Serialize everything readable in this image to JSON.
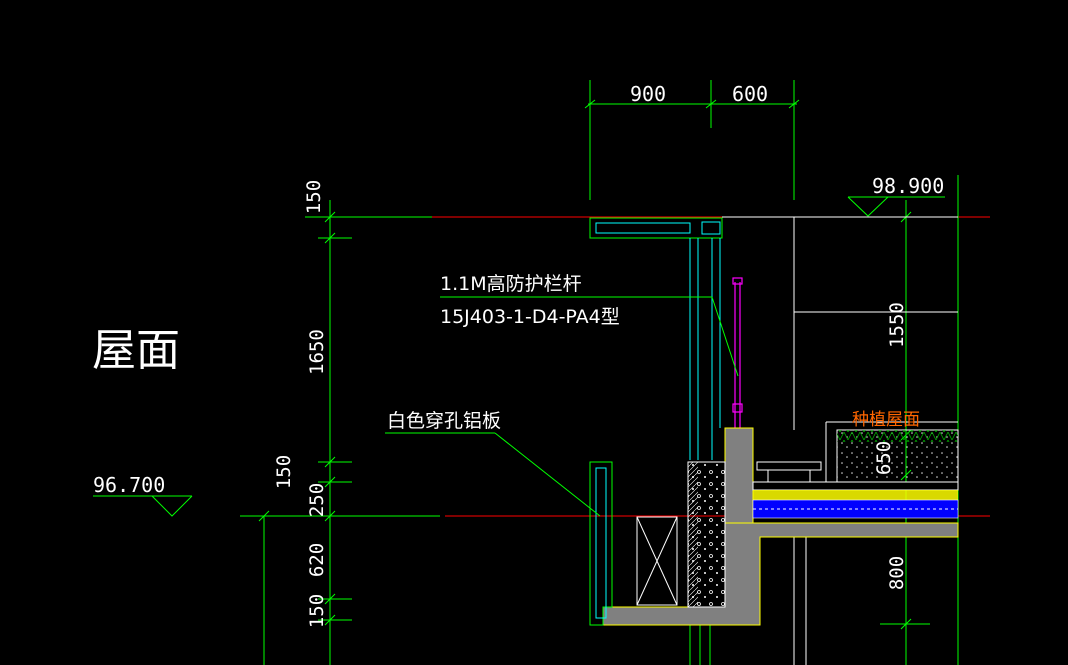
{
  "drawing": {
    "room_label": "屋面",
    "railing_note_line1": "1.1M高防护栏杆",
    "railing_note_line2": "15J403-1-D4-PA4型",
    "panel_note": "白色穿孔铝板",
    "planting_roof": "种植屋面"
  },
  "dimensions": {
    "top_left": "900",
    "top_right": "600",
    "left_150_top": "150",
    "left_1650": "1650",
    "left_150_mid": "150",
    "left_250": "250",
    "left_620": "620",
    "left_150_bot": "150",
    "right_1550": "1550",
    "right_650": "650",
    "right_800": "800"
  },
  "elevations": {
    "right": "98.900",
    "left": "96.700"
  },
  "colors": {
    "background": "#000000",
    "dimension": "#00ff00",
    "outline": "#00ffff",
    "text": "#ffffff",
    "axis": "#ff0000",
    "railing": "#ff00ff",
    "concrete": "#808080",
    "waterproof": "#0000ff",
    "planting_label": "#ff6600"
  }
}
